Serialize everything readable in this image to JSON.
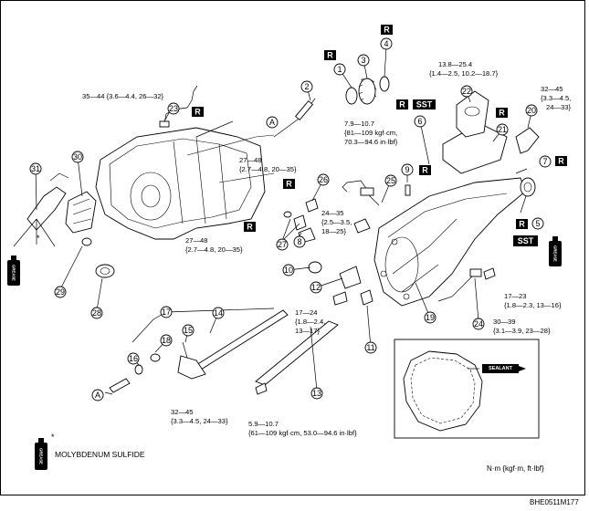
{
  "badges": {
    "r": "R",
    "sst": "SST"
  },
  "torques": {
    "t_35_44": "35—44 {3.6—4.4, 26—32}",
    "t_7_9_a": "7.9—10.7",
    "t_7_9_b": "{81—109 kgf·cm,",
    "t_7_9_c": "70.3—94.6 in·lbf}",
    "t_13_8_a": "13.8—25.4",
    "t_13_8_b": "{1.4—2.5, 10.2—18.7}",
    "t_32_45_r_a": "32—45",
    "t_32_45_r_b": "{3.3—4.5,",
    "t_32_45_r_c": "24—33}",
    "t_27_48_u_a": "27—48",
    "t_27_48_u_b": "{2.7—4.8, 20—35}",
    "t_24_35_a": "24—35",
    "t_24_35_b": "{2.5—3.5,",
    "t_24_35_c": "18—25}",
    "t_27_48_l_a": "27—48",
    "t_27_48_l_b": "{2.7—4.8, 20—35}",
    "t_17_23_a": "17—23",
    "t_17_23_b": "{1.8—2.3, 13—16}",
    "t_17_24_a": "17—24",
    "t_17_24_b": "{1.8—2.4,",
    "t_17_24_c": "13—17}",
    "t_30_39_a": "30—39",
    "t_30_39_b": "{3.1—3.9, 23—28}",
    "t_32_45_l_a": "32—45",
    "t_32_45_l_b": "{3.3—4.5,  24—33}",
    "t_5_9_a": "5.9—10.7",
    "t_5_9_b": "{61—109 kgf·cm, 53.0—94.6 in·lbf}"
  },
  "callouts": [
    "1",
    "2",
    "3",
    "4",
    "5",
    "6",
    "7",
    "8",
    "9",
    "10",
    "11",
    "12",
    "13",
    "14",
    "15",
    "16",
    "17",
    "18",
    "19",
    "20",
    "21",
    "22",
    "23",
    "24",
    "25",
    "26",
    "27",
    "28",
    "29",
    "30",
    "31"
  ],
  "letters": {
    "a": "A"
  },
  "labels": {
    "sealant": "SEALANT",
    "grease": "GREASE",
    "asterisk": "*",
    "legend": "MOLYBDENUM SULFIDE",
    "units": "N·m {kgf·m, ft·lbf}",
    "code": "BHE0511M177"
  }
}
